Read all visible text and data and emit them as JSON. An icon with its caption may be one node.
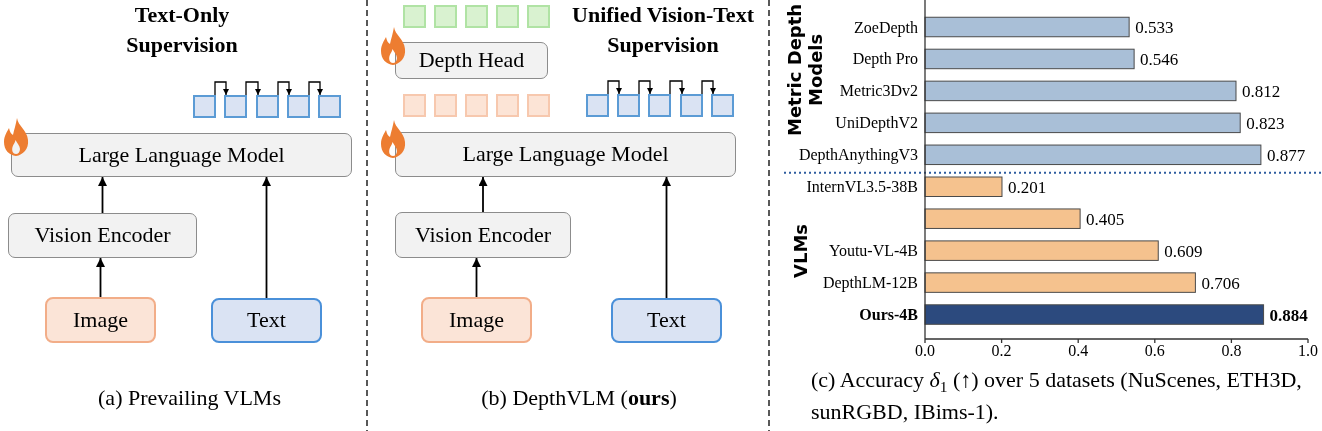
{
  "diagram": {
    "nodes": [
      {
        "text": [],
        "shape": "box"
      },
      {
        "text": [],
        "shape": "box"
      },
      {
        "text": [],
        "shape": "box"
      },
      {
        "text": [],
        "shape": "box"
      },
      {
        "text": [],
        "shape": "box"
      },
      {
        "text": [
          "Large Language Model"
        ]
      },
      {
        "text": [
          "Vision Encoder"
        ]
      },
      {
        "text": [
          "Image"
        ]
      },
      {
        "text": [
          "Text"
        ]
      },
      {
        "text": [],
        "shape": "box"
      },
      {
        "text": [],
        "shape": "box"
      },
      {
        "text": [],
        "shape": "box"
      },
      {
        "text": [],
        "shape": "box"
      },
      {
        "text": [],
        "shape": "box"
      },
      {
        "text": [
          "Depth Head"
        ]
      },
      {
        "text": [],
        "shape": "box"
      },
      {
        "text": [],
        "shape": "box"
      },
      {
        "text": [],
        "shape": "box"
      },
      {
        "text": [],
        "shape": "box"
      },
      {
        "text": [],
        "shape": "box"
      },
      {
        "text": [],
        "shape": "box"
      },
      {
        "text": [],
        "shape": "box"
      },
      {
        "text": [],
        "shape": "box"
      },
      {
        "text": [],
        "shape": "box"
      },
      {
        "text": [],
        "shape": "box"
      },
      {
        "text": [
          "Large Language Model"
        ]
      },
      {
        "text": [
          "Vision Encoder"
        ]
      },
      {
        "text": [
          "Image"
        ]
      },
      {
        "text": [
          "Text"
        ]
      }
    ],
    "edges": [
      {
        "from": 0,
        "to": 1,
        "arrow": "to"
      },
      {
        "from": 1,
        "to": 2,
        "arrow": "to"
      },
      {
        "from": 2,
        "to": 3,
        "arrow": "to"
      },
      {
        "from": 3,
        "to": 4,
        "arrow": "to"
      },
      {
        "from": 7,
        "to": 6,
        "arrow": "to"
      },
      {
        "from": 6,
        "to": 5,
        "arrow": "to"
      },
      {
        "from": 8,
        "to": 5,
        "arrow": "to"
      },
      {
        "from": 20,
        "to": 21,
        "arrow": "to"
      },
      {
        "from": 21,
        "to": 22,
        "arrow": "to"
      },
      {
        "from": 22,
        "to": 23,
        "arrow": "to"
      },
      {
        "from": 23,
        "to": 24,
        "arrow": "to"
      },
      {
        "from": 27,
        "to": 26,
        "arrow": "to"
      },
      {
        "from": 26,
        "to": 25,
        "arrow": "to"
      },
      {
        "from": 28,
        "to": 25,
        "arrow": "to"
      }
    ],
    "labels": [
      "Text-Only Supervision",
      "(a) Prevailing VLMs",
      "Unified Vision-Text Supervision",
      "(b) DepthVLM (**ours**)",
      "Metric Depth Models",
      "VLMs",
      "(c) Accuracy *δ*$_{1}$ (↑) over 5 datasets (NuScenes, ETH3D, sunRGBD, IBims-1)."
    ],
    "chart_data": {
      "type": "bar",
      "orientation": "horizontal",
      "categories": [
        "ZoeDepth",
        "Depth Pro",
        "Metric3Dv2",
        "UniDepthV2",
        "DepthAnythingV3",
        "InternVL3.5-38B",
        null,
        "Youtu-VL-4B",
        "DepthLM-12B",
        "Ours-4B"
      ],
      "series": [
        {
          "color": "#a9bfd7",
          "values": [
            0.533,
            0.546,
            0.812,
            0.823,
            0.877,
            null,
            null,
            null,
            null,
            null
          ]
        },
        {
          "color": "#f5c28e",
          "values": [
            null,
            null,
            null,
            null,
            null,
            0.201,
            0.405,
            0.609,
            0.706,
            null
          ]
        },
        {
          "color": "#2c4a7e",
          "values": [
            null,
            null,
            null,
            null,
            null,
            null,
            null,
            null,
            null,
            0.884
          ]
        }
      ],
      "stacked": true,
      "xlim": [
        0,
        1
      ],
      "xticks": [
        {
          "value": 0,
          "label": "0.0"
        },
        0.2,
        0.4,
        0.6,
        0.8,
        {
          "value": 1,
          "label": "1.0"
        }
      ],
      "data_labels": true
    }
  }
}
